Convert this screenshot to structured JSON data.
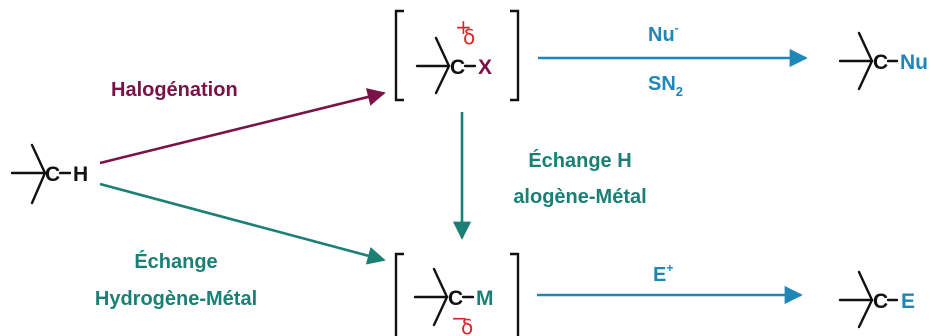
{
  "colors": {
    "bond": "#111111",
    "halogenation": "#7a1248",
    "metal_exchange": "#1a8076",
    "substitution": "#1f87b7",
    "charge": "#d8262a"
  },
  "start": {
    "carbon": "C",
    "hydrogen": "H"
  },
  "halide": {
    "carbon": "C",
    "halogen": "X",
    "charge_sign": "+",
    "charge_delta": "δ"
  },
  "organometallic": {
    "carbon": "C",
    "metal": "M",
    "charge_sign": "−",
    "charge_delta": "δ"
  },
  "products": {
    "nucleophile_product": {
      "carbon": "C",
      "group": "Nu"
    },
    "electrophile_product": {
      "carbon": "C",
      "group": "E"
    }
  },
  "reactions": {
    "halogenation": {
      "label": "Halogénation"
    },
    "hydrogen_metal_exchange": {
      "line1": "Échange",
      "line2": "Hydrogène-Métal"
    },
    "halogen_metal_exchange": {
      "line1": "Échange H",
      "line2": "alogène-Métal"
    },
    "substitution": {
      "reagent": "Nu",
      "reagent_charge": "-",
      "mechanism": "SN",
      "mechanism_order": "2"
    },
    "electrophile": {
      "reagent": "E",
      "reagent_charge": "+"
    }
  }
}
